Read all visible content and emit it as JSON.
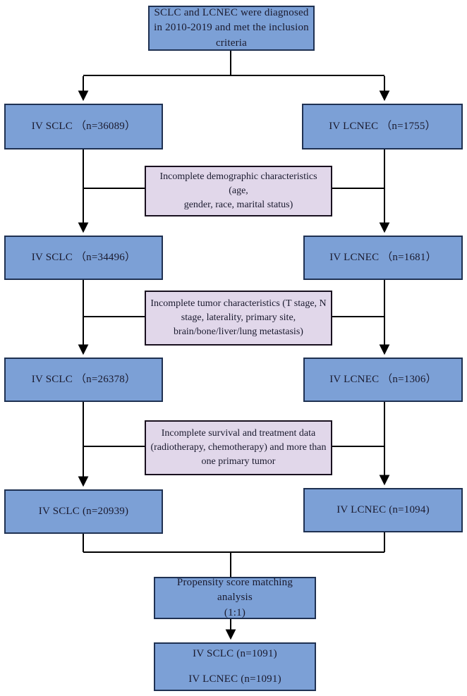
{
  "figure": {
    "type": "flowchart",
    "description": "Patient selection flow diagram for IV SCLC and IV LCNEC cohorts"
  },
  "colors": {
    "node_fill": "#7ca0d6",
    "node_border": "#1f3152",
    "exclusion_fill": "#e1d7ea",
    "exclusion_border": "#19101f",
    "connector_line": "#000000",
    "background": "#ffffff"
  },
  "nodes": {
    "top": "SCLC and LCNEC were diagnosed\nin 2010-2019 and met the inclusion\ncriteria",
    "sclc_stage1": "IV SCLC  （n=36089）",
    "lcnec_stage1": "IV LCNEC  （n=1755）",
    "excl_demographic": "Incomplete demographic characteristics (age,\ngender, race, marital status)",
    "sclc_stage2": "IV SCLC  （n=34496）",
    "lcnec_stage2": "IV LCNEC  （n=1681）",
    "excl_tumor": "Incomplete tumor characteristics (T stage, N\nstage, laterality, primary site,\nbrain/bone/liver/lung metastasis)",
    "sclc_stage3": "IV SCLC  （n=26378）",
    "lcnec_stage3": "IV LCNEC  （n=1306）",
    "excl_survival": "Incomplete survival and treatment data\n(radiotherapy, chemotherapy) and more than\none primary tumor",
    "sclc_stage4": "IV SCLC (n=20939)",
    "lcnec_stage4": "IV LCNEC (n=1094)",
    "psm": "Propensity score matching analysis\n(1:1)",
    "final_sclc": "IV SCLC (n=1091)",
    "final_lcnec": "IV LCNEC (n=1091)"
  }
}
